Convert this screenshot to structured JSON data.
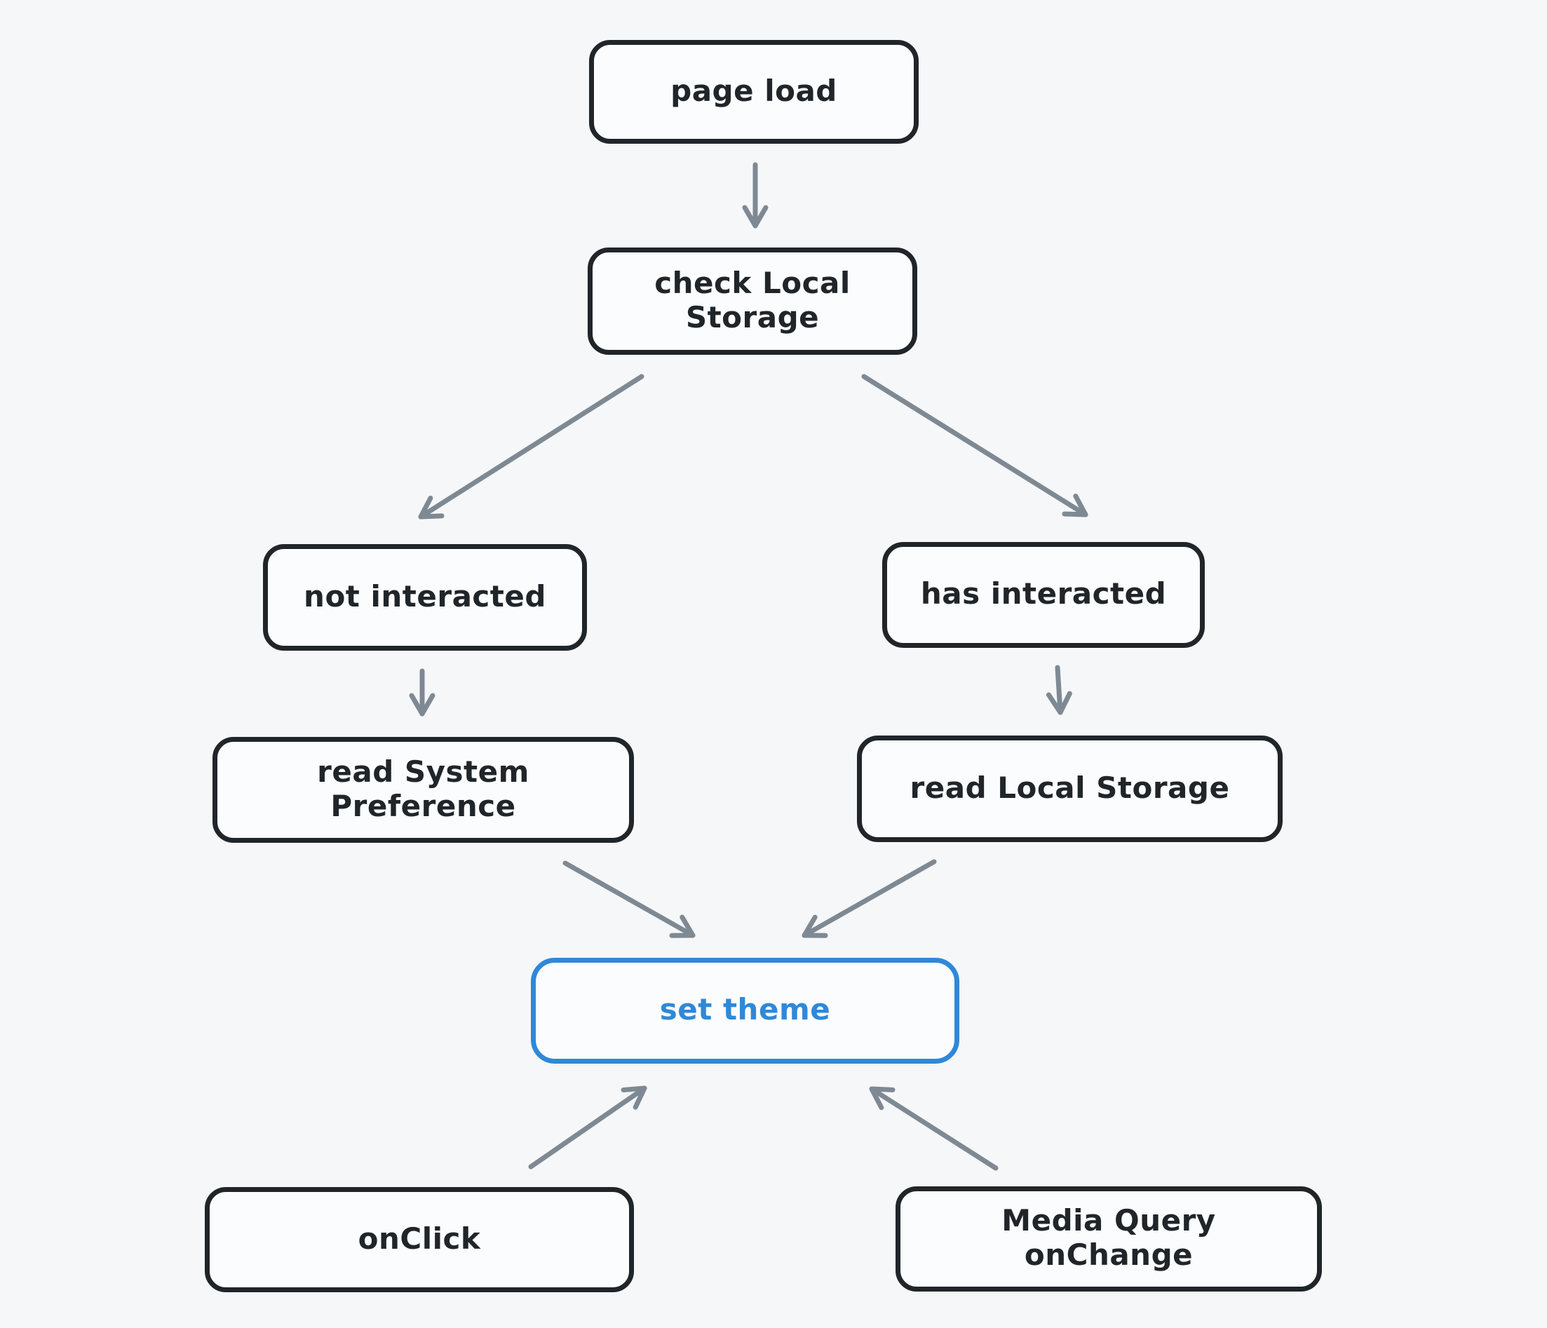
{
  "diagram": {
    "type": "flowchart",
    "nodes": [
      {
        "id": "page-load",
        "label": "page load",
        "highlighted": false
      },
      {
        "id": "check-local-storage",
        "label": "check Local Storage",
        "highlighted": false
      },
      {
        "id": "not-interacted",
        "label": "not interacted",
        "highlighted": false
      },
      {
        "id": "has-interacted",
        "label": "has interacted",
        "highlighted": false
      },
      {
        "id": "read-system-preference",
        "label": "read System Preference",
        "highlighted": false
      },
      {
        "id": "read-local-storage",
        "label": "read Local Storage",
        "highlighted": false
      },
      {
        "id": "set-theme",
        "label": "set theme",
        "highlighted": true
      },
      {
        "id": "on-click",
        "label": "onClick",
        "highlighted": false
      },
      {
        "id": "media-query-onchange",
        "label": "Media Query onChange",
        "highlighted": false
      }
    ],
    "edges": [
      {
        "from": "page-load",
        "to": "check-local-storage"
      },
      {
        "from": "check-local-storage",
        "to": "not-interacted"
      },
      {
        "from": "check-local-storage",
        "to": "has-interacted"
      },
      {
        "from": "not-interacted",
        "to": "read-system-preference"
      },
      {
        "from": "has-interacted",
        "to": "read-local-storage"
      },
      {
        "from": "read-system-preference",
        "to": "set-theme"
      },
      {
        "from": "read-local-storage",
        "to": "set-theme"
      },
      {
        "from": "on-click",
        "to": "set-theme"
      },
      {
        "from": "media-query-onchange",
        "to": "set-theme"
      }
    ],
    "colors": {
      "background": "#f5f7f9",
      "node_fill": "#fbfcfd",
      "node_stroke": "#20252a",
      "accent_stroke": "#2f88d8",
      "accent_text": "#2f88d8",
      "arrow": "#7e8993"
    }
  }
}
